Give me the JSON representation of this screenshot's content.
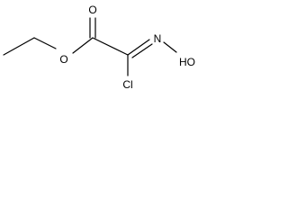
{
  "molecule": {
    "atoms": {
      "carbonyl_oxygen": "O",
      "ester_oxygen": "O",
      "hydroxyl": "HO",
      "oxime_nitrogen": "N",
      "chlorine": "Cl"
    }
  },
  "colors": {
    "bond": "#000000",
    "label": "#000000",
    "background": "#ffffff"
  }
}
